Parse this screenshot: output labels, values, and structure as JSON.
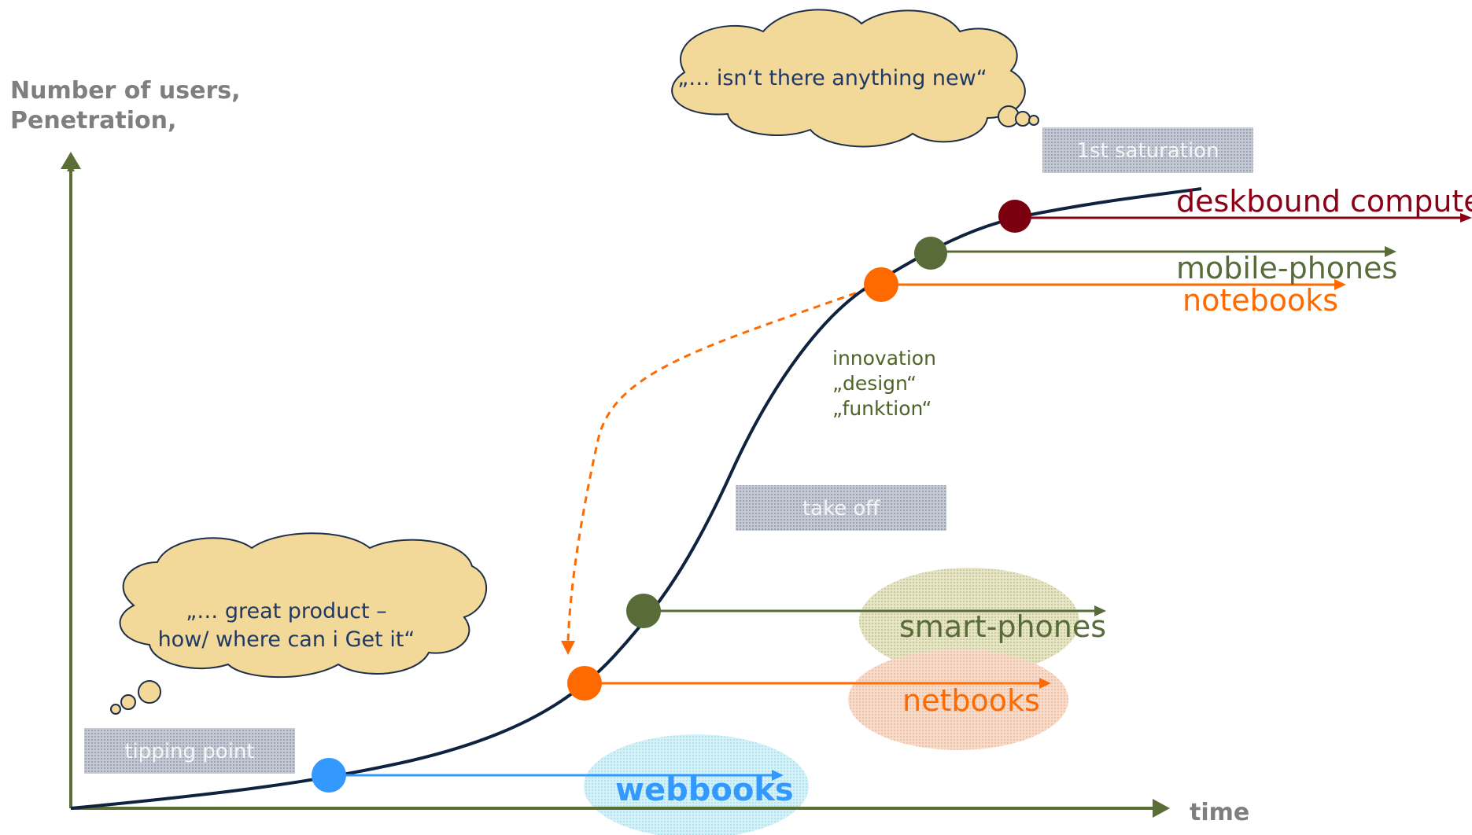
{
  "axes": {
    "y_label_line1": "Number of users,",
    "y_label_line2": "Penetration,",
    "x_label": "time"
  },
  "bubbles": {
    "top": "„… isn‘t there anything new“",
    "bottom_line1": "„… great product –",
    "bottom_line2": "how/ where can i Get it“"
  },
  "stages": {
    "tipping_point": "tipping point",
    "take_off": "take off",
    "saturation": "1st saturation"
  },
  "innovation_note": {
    "line1": "innovation",
    "line2": "„design“",
    "line3": "„funktion“"
  },
  "devices": {
    "deskbound": "deskbound computer",
    "mobile_phones": "mobile-phones",
    "notebooks": "notebooks",
    "smart_phones": "smart-phones",
    "netbooks": "netbooks",
    "webbooks": "webbooks"
  },
  "colors": {
    "axis": "#5a6e35",
    "curve": "#0f2340",
    "deskbound": "#8b0015",
    "mobile": "#5a6b3a",
    "notebook": "#ff6a00",
    "webbook": "#3399ff",
    "cloud": "#f2d999"
  }
}
